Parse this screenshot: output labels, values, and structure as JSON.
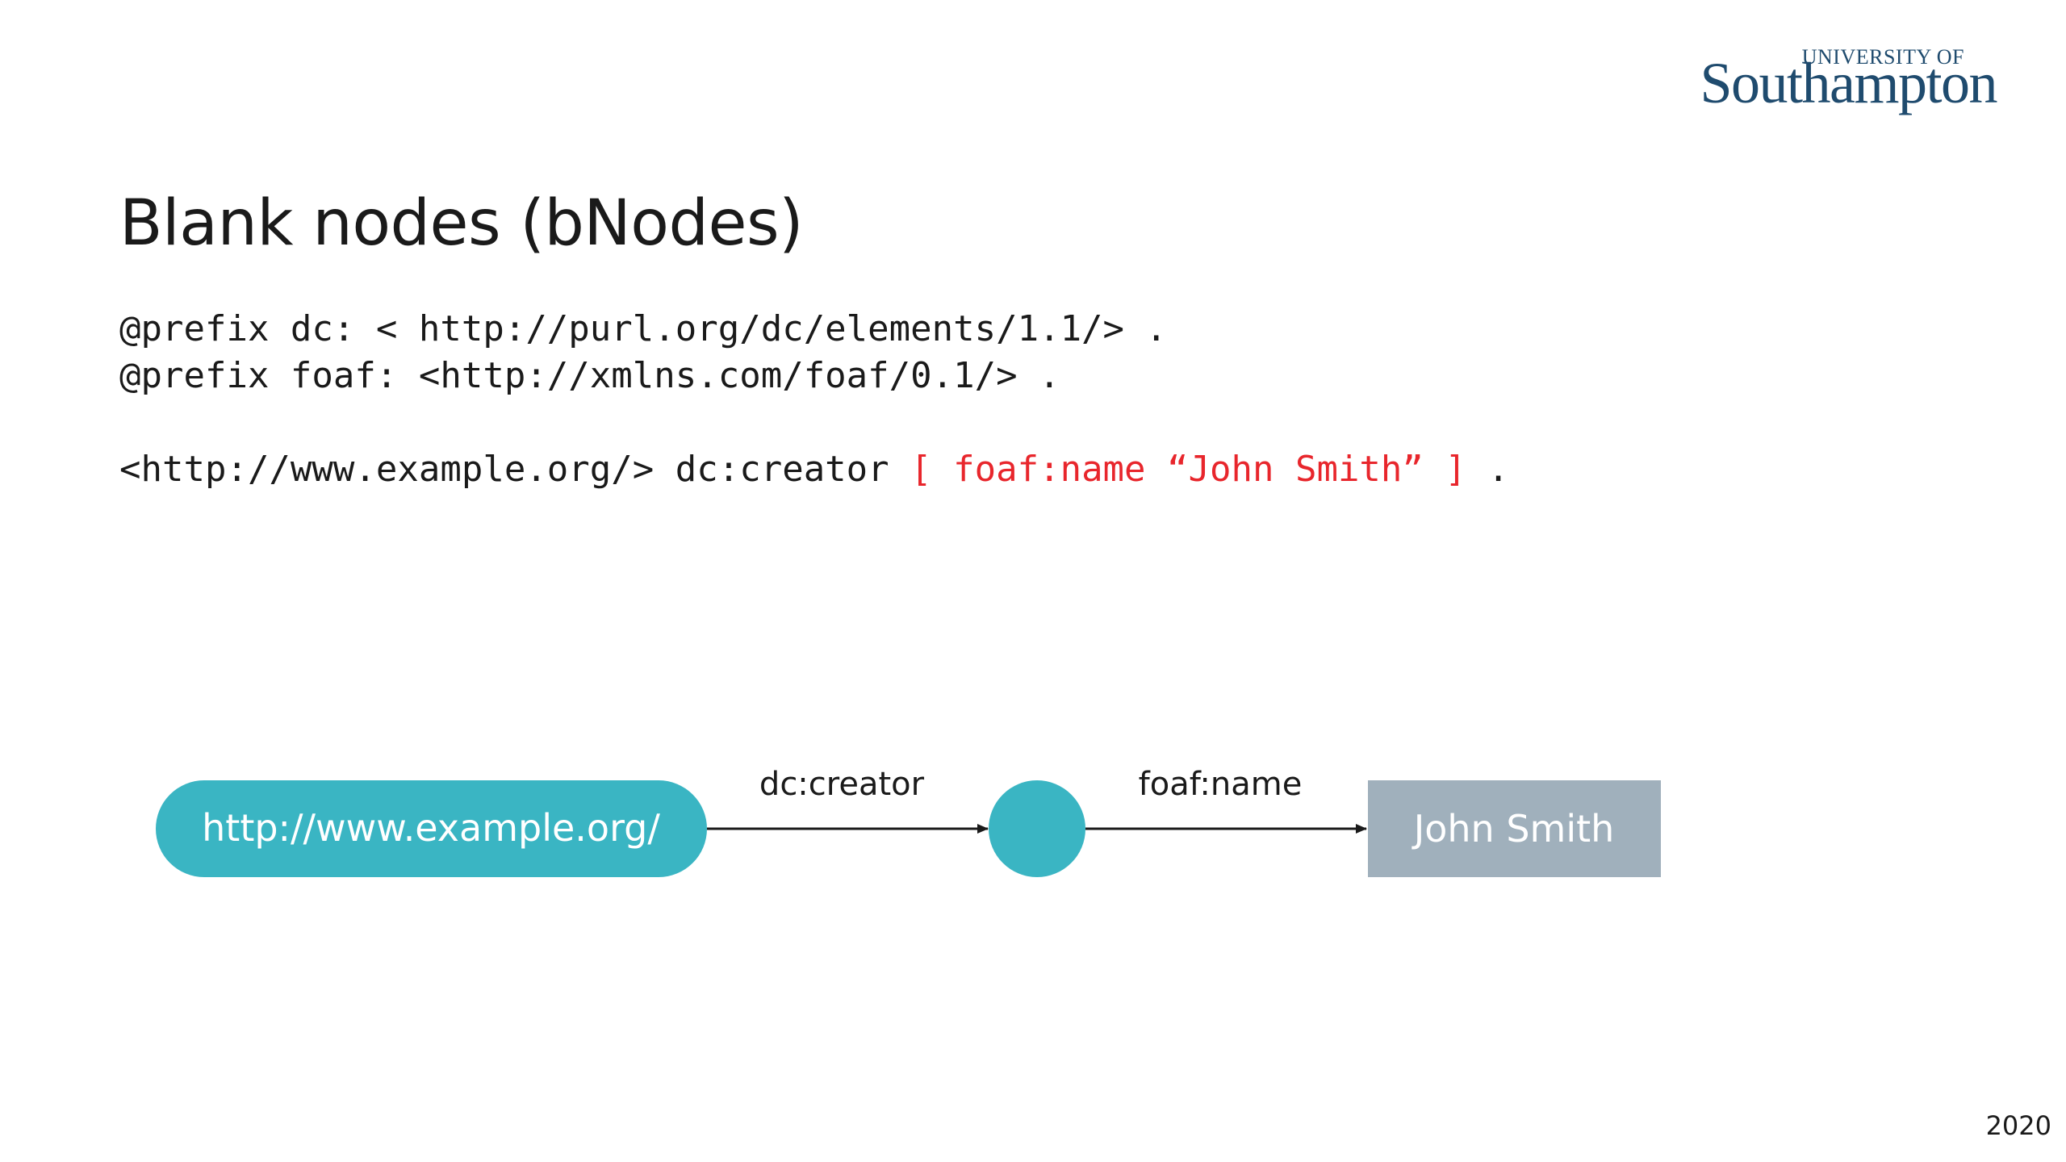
{
  "logo": {
    "top_text": "UNIVERSITY OF",
    "main_text": "Southampton"
  },
  "slide": {
    "title": "Blank nodes (bNodes)",
    "code": {
      "line1": "@prefix dc: < http://purl.org/dc/elements/1.1/> .",
      "line2": "@prefix foaf: <http://xmlns.com/foaf/0.1/> .",
      "line3_plain": "<http://www.example.org/> dc:creator ",
      "line3_highlight": "[ foaf:name “John Smith” ]",
      "line3_end": " ."
    },
    "page_number": "2020"
  },
  "diagram": {
    "subject_label": "http://www.example.org/",
    "edge1_label": "dc:creator",
    "edge2_label": "foaf:name",
    "literal_label": "John Smith"
  },
  "colors": {
    "resource_node": "#3ab5c3",
    "literal_node": "#a0b0bc",
    "highlight": "#e8262c",
    "logo": "#1f4b6e"
  }
}
